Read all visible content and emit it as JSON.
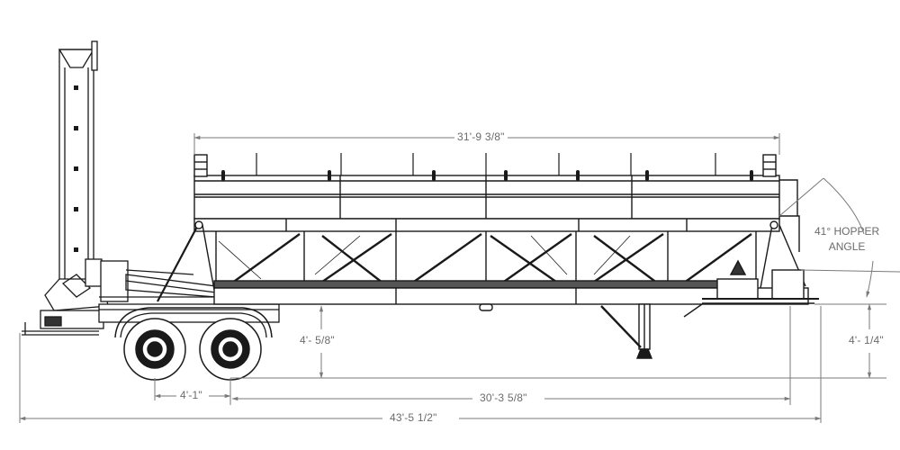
{
  "drawing": {
    "subject": "Sand storage trailer side elevation",
    "line_color": "#1a1a1a",
    "dimension_color": "#7a7a7a"
  },
  "dimensions": {
    "silo_length": "31'-9 3/8\"",
    "hopper_angle_line1": "41° HOPPER",
    "hopper_angle_line2": "ANGLE",
    "front_frame_height": "4'- 5/8\"",
    "rear_frame_height": "4'- 1/4\"",
    "axle_spacing": "4'-1\"",
    "axle_to_rear": "30'-3 5/8\"",
    "overall_length": "43'-5 1/2\""
  }
}
